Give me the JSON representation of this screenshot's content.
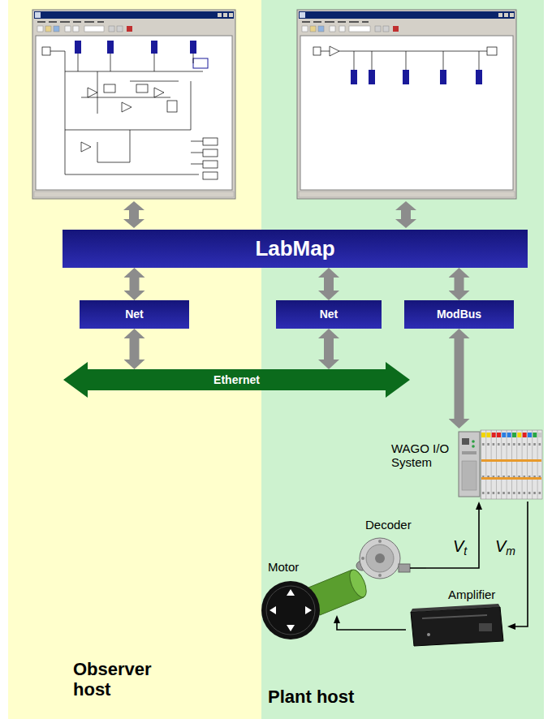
{
  "diagram": {
    "nodes": [
      {
        "text": [
          "Observer host"
        ]
      },
      {
        "text": [
          "Plant host"
        ]
      },
      {
        "text": [
          "LabMap"
        ]
      },
      {
        "text": [
          "Net"
        ],
        "in": 0
      },
      {
        "text": [
          "Net"
        ],
        "in": 1
      },
      {
        "text": [
          "ModBus"
        ],
        "in": 1
      },
      {
        "text": [
          "Ethernet"
        ]
      },
      {
        "text": [
          "WAGO I/O System"
        ],
        "in": 1
      },
      {
        "text": [
          "Decoder"
        ],
        "in": 1
      },
      {
        "text": [
          "Motor"
        ],
        "in": 1
      },
      {
        "text": [
          "Amplifier"
        ],
        "in": 1
      }
    ],
    "edges": [
      {
        "from": 2,
        "to": 3,
        "arrow": "both"
      },
      {
        "from": 2,
        "to": 4,
        "arrow": "both"
      },
      {
        "from": 2,
        "to": 5,
        "arrow": "both"
      },
      {
        "from": 3,
        "to": 6,
        "arrow": "both"
      },
      {
        "from": 4,
        "to": 6,
        "arrow": "both"
      },
      {
        "from": 5,
        "to": 7,
        "arrow": "both"
      },
      {
        "from": 8,
        "to": 7,
        "arrow": "to",
        "label": "Vt"
      },
      {
        "from": 7,
        "to": 10,
        "arrow": "to",
        "label": "Vm"
      },
      {
        "from": 10,
        "to": 9,
        "arrow": "to"
      }
    ]
  }
}
